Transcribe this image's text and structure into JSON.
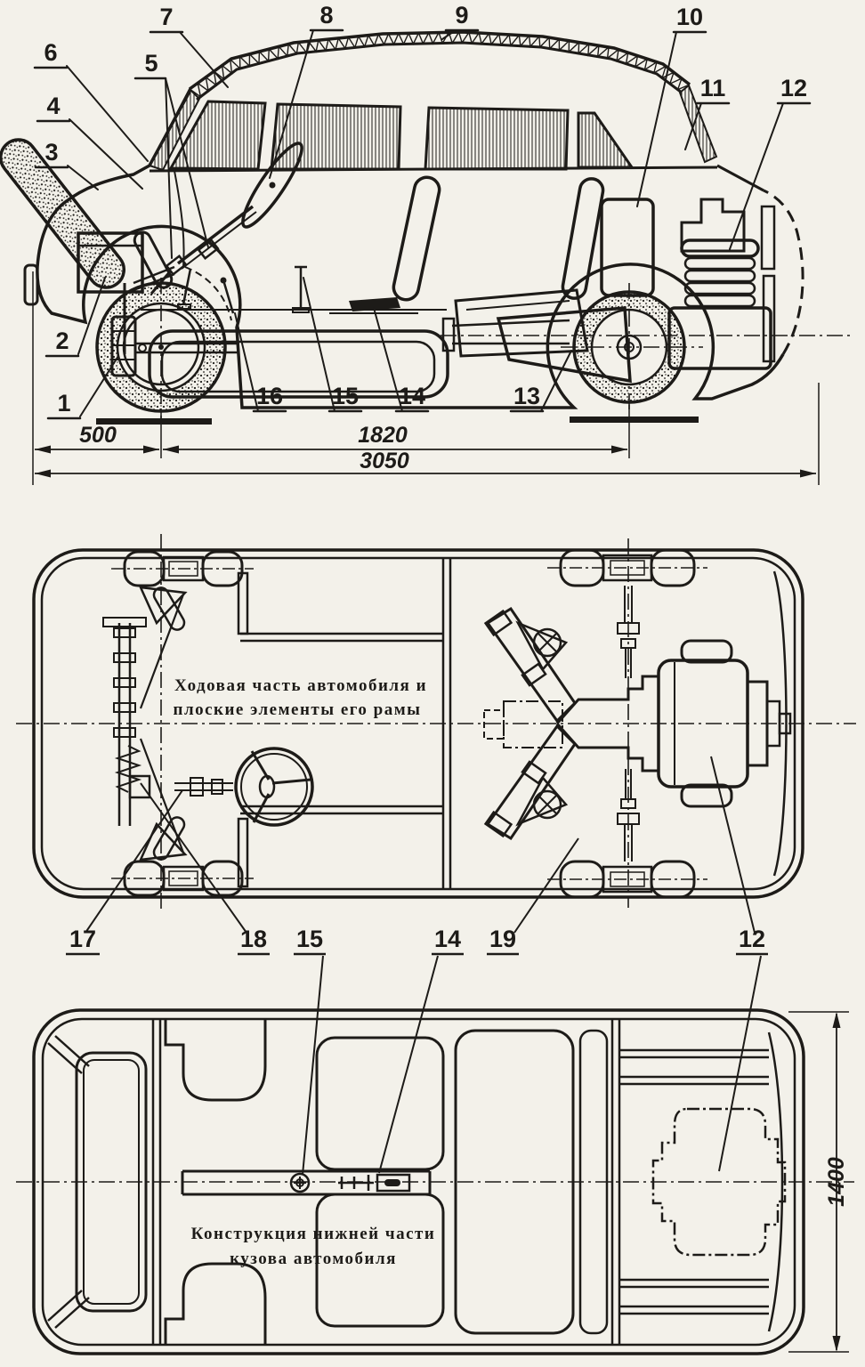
{
  "drawing": {
    "background": "#f3f1ea",
    "ink": "#1d1b18",
    "side_view": {
      "callouts": [
        "1",
        "2",
        "3",
        "4",
        "5",
        "6",
        "7",
        "8",
        "9",
        "10",
        "11",
        "12",
        "13",
        "14",
        "15",
        "16"
      ],
      "dim_front_overhang": "500",
      "dim_wheelbase": "1820",
      "dim_overall_length": "3050"
    },
    "chassis_view": {
      "caption_line1": "Ходовая часть автомобиля и",
      "caption_line2": "плоские элементы его рамы",
      "callouts": [
        "17",
        "18",
        "15",
        "14",
        "19",
        "12"
      ]
    },
    "floor_view": {
      "caption_line1": "Конструкция нижней части",
      "caption_line2": "кузова автомобиля",
      "dim_overall_width": "1400"
    }
  }
}
